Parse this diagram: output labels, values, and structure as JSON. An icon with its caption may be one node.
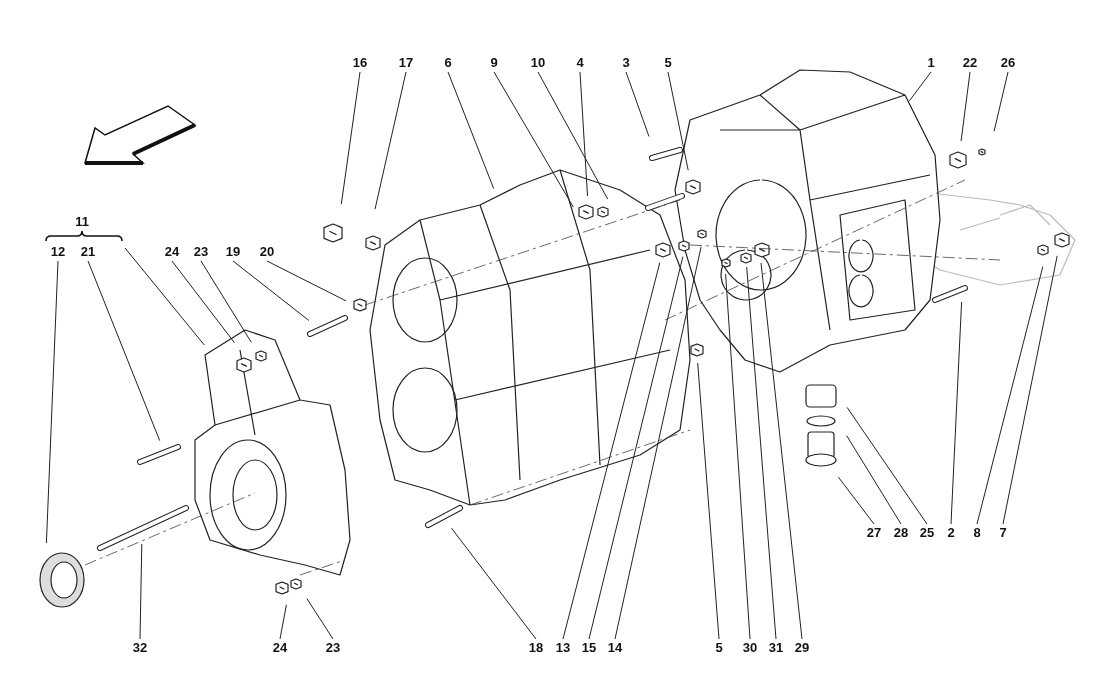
{
  "diagram": {
    "nodes": [
      {
        "text": [
          "16"
        ]
      },
      {
        "text": [
          "17"
        ]
      },
      {
        "text": [
          "6"
        ]
      },
      {
        "text": [
          "9"
        ]
      },
      {
        "text": [
          "10"
        ]
      },
      {
        "text": [
          "4"
        ]
      },
      {
        "text": [
          "3"
        ]
      },
      {
        "text": [
          "5"
        ]
      },
      {
        "text": [
          "1"
        ]
      },
      {
        "text": [
          "22"
        ]
      },
      {
        "text": [
          "26"
        ]
      },
      {
        "text": [
          "11"
        ]
      },
      {
        "text": [
          "12"
        ]
      },
      {
        "text": [
          "21"
        ]
      },
      {
        "text": [
          "24"
        ]
      },
      {
        "text": [
          "23"
        ]
      },
      {
        "text": [
          "19"
        ]
      },
      {
        "text": [
          "20"
        ]
      },
      {
        "text": [
          "27"
        ]
      },
      {
        "text": [
          "28"
        ]
      },
      {
        "text": [
          "25"
        ]
      },
      {
        "text": [
          "2"
        ]
      },
      {
        "text": [
          "8"
        ]
      },
      {
        "text": [
          "7"
        ]
      },
      {
        "text": [
          "32"
        ]
      },
      {
        "text": [
          "24"
        ]
      },
      {
        "text": [
          "23"
        ]
      },
      {
        "text": [
          "18"
        ]
      },
      {
        "text": [
          "13"
        ]
      },
      {
        "text": [
          "15"
        ]
      },
      {
        "text": [
          "14"
        ]
      },
      {
        "text": [
          "5"
        ]
      },
      {
        "text": [
          "30"
        ]
      },
      {
        "text": [
          "31"
        ]
      },
      {
        "text": [
          "29"
        ]
      }
    ],
    "edges": [
      {
        "from": 0,
        "to": null,
        "arrow": "none"
      },
      {
        "from": 1,
        "to": null,
        "arrow": "none"
      },
      {
        "from": 2,
        "to": null,
        "arrow": "none"
      },
      {
        "from": 3,
        "to": null,
        "arrow": "none"
      },
      {
        "from": 4,
        "to": null,
        "arrow": "none"
      },
      {
        "from": 5,
        "to": null,
        "arrow": "none"
      },
      {
        "from": 6,
        "to": null,
        "arrow": "none"
      },
      {
        "from": 7,
        "to": null,
        "arrow": "none"
      },
      {
        "from": 8,
        "to": null,
        "arrow": "none"
      },
      {
        "from": 9,
        "to": null,
        "arrow": "none"
      },
      {
        "from": 10,
        "to": null,
        "arrow": "none"
      },
      {
        "from": 11,
        "to": null,
        "arrow": "none"
      },
      {
        "from": 12,
        "to": null,
        "arrow": "none"
      },
      {
        "from": 13,
        "to": null,
        "arrow": "none"
      },
      {
        "from": 14,
        "to": null,
        "arrow": "none"
      },
      {
        "from": 15,
        "to": null,
        "arrow": "none"
      },
      {
        "from": 16,
        "to": null,
        "arrow": "none"
      },
      {
        "from": 17,
        "to": null,
        "arrow": "none"
      },
      {
        "from": 18,
        "to": null,
        "arrow": "none"
      },
      {
        "from": 19,
        "to": null,
        "arrow": "none"
      },
      {
        "from": 20,
        "to": null,
        "arrow": "none"
      },
      {
        "from": 21,
        "to": null,
        "arrow": "none"
      },
      {
        "from": 22,
        "to": null,
        "arrow": "none"
      },
      {
        "from": 23,
        "to": null,
        "arrow": "none"
      },
      {
        "from": 24,
        "to": null,
        "arrow": "none"
      },
      {
        "from": 25,
        "to": null,
        "arrow": "none"
      },
      {
        "from": 26,
        "to": null,
        "arrow": "none"
      },
      {
        "from": 27,
        "to": null,
        "arrow": "none"
      },
      {
        "from": 28,
        "to": null,
        "arrow": "none"
      },
      {
        "from": 29,
        "to": null,
        "arrow": "none"
      },
      {
        "from": 30,
        "to": null,
        "arrow": "none"
      },
      {
        "from": 31,
        "to": null,
        "arrow": "none"
      },
      {
        "from": 32,
        "to": null,
        "arrow": "none"
      },
      {
        "from": 33,
        "to": null,
        "arrow": "none"
      },
      {
        "from": 34,
        "to": null,
        "arrow": "none"
      }
    ]
  }
}
